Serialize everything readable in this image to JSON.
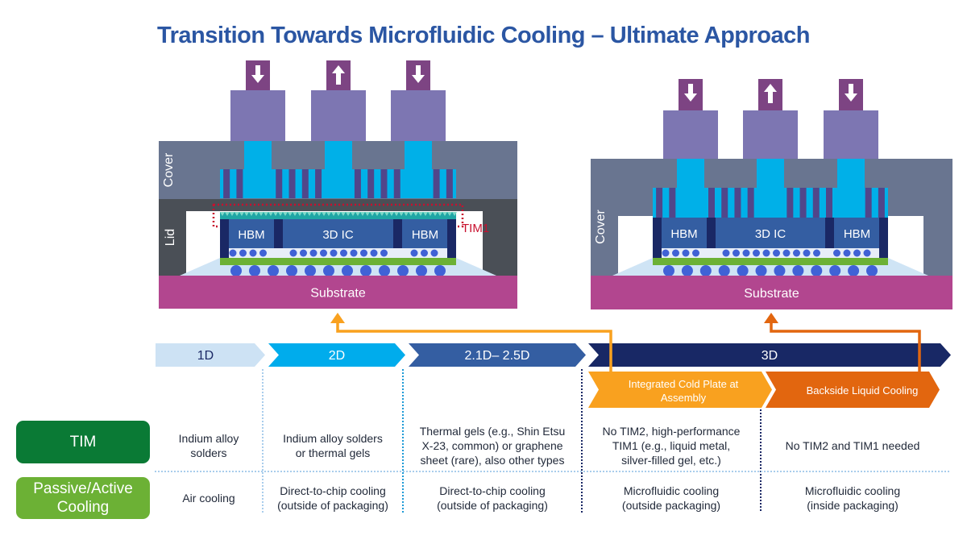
{
  "title": "Transition Towards Microfluidic Cooling – Ultimate Approach",
  "colors": {
    "title": "#2b56a3",
    "cover": "#697590",
    "lid": "#4a4f56",
    "coolant": "#00b0e8",
    "fin_dark": "#51468a",
    "manifold": "#7d76b2",
    "port": "#7d4483",
    "die": "#345ea2",
    "die_edge": "#1a2865",
    "interposer": "#6cb135",
    "substrate": "#b2468f",
    "bump": "#4062d6",
    "tim_teal": "#1fa6a5",
    "tim1_label": "#c8102e",
    "stage_1d": "#cde2f4",
    "stage_2d": "#00acec",
    "stage_25d": "#345ea2",
    "stage_3d": "#182865",
    "cold_plate": "#f9a11f",
    "backside": "#e2660f",
    "tim_row": "#0a7a35",
    "cooling_row": "#6cb135"
  },
  "left_diagram": {
    "cover_label": "Cover",
    "lid_label": "Lid",
    "dies": [
      "HBM",
      "3D IC",
      "HBM"
    ],
    "tim1_label": "TIM1",
    "substrate_label": "Substrate",
    "flow_arrows": [
      "down-arrow-icon",
      "up-arrow-icon",
      "down-arrow-icon"
    ]
  },
  "right_diagram": {
    "cover_label": "Cover",
    "dies": [
      "HBM",
      "3D IC",
      "HBM"
    ],
    "substrate_label": "Substrate",
    "flow_arrows": [
      "down-arrow-icon",
      "up-arrow-icon",
      "down-arrow-icon"
    ]
  },
  "timeline": {
    "stages": [
      "1D",
      "2D",
      "2.1D– 2.5D",
      "3D"
    ],
    "sub_stages": [
      {
        "label_lines": [
          "Integrated Cold Plate at",
          "Assembly"
        ]
      },
      {
        "label_lines": [
          "Backside Liquid Cooling"
        ]
      }
    ]
  },
  "table": {
    "rows": [
      {
        "label_lines": [
          "TIM"
        ],
        "cells": [
          [
            "Indium alloy",
            "solders"
          ],
          [
            "Indium alloy solders",
            "or thermal gels"
          ],
          [
            "Thermal gels (e.g., Shin Etsu",
            "X-23, common) or graphene",
            "sheet (rare), also other types"
          ],
          [
            "No TIM2, high-performance",
            "TIM1 (e.g., liquid metal,",
            "silver-filled gel, etc.)"
          ],
          [
            "No TIM2 and TIM1 needed"
          ]
        ]
      },
      {
        "label_lines": [
          "Passive/Active",
          "Cooling"
        ],
        "cells": [
          [
            "Air cooling"
          ],
          [
            "Direct-to-chip cooling",
            "(outside of packaging)"
          ],
          [
            "Direct-to-chip cooling",
            "(outside of packaging)"
          ],
          [
            "Microfluidic cooling",
            "(outside packaging)"
          ],
          [
            "Microfluidic cooling",
            "(inside packaging)"
          ]
        ]
      }
    ]
  }
}
